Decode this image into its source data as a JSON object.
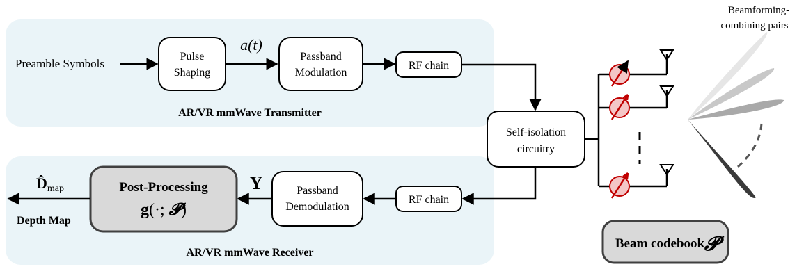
{
  "colors": {
    "panel": "#eaf4f8",
    "phase_shifter_fill": "#f4c6c6",
    "phase_shifter_stroke": "#c00000",
    "postproc_fill": "#d9d9d9",
    "beam_colors": [
      "#e6e6e6",
      "#c8c8c8",
      "#a9a9a9",
      "#3a3a3a"
    ]
  },
  "transmitter": {
    "title": "AR/VR mmWave Transmitter",
    "input_label": "Preamble Symbols",
    "pulse_shaping": [
      "Pulse",
      "Shaping"
    ],
    "signal_label": "a(t)",
    "modulation": [
      "Passband",
      "Modulation"
    ],
    "rf_chain": "RF chain"
  },
  "receiver": {
    "title": "AR/VR mmWave Receiver",
    "rf_chain": "RF chain",
    "demodulation": [
      "Passband",
      "Demodulation"
    ],
    "signal_label": "Y",
    "post_processing": {
      "title": "Post-Processing",
      "func_g": "g",
      "func_args_pre": "(·; ",
      "func_args_sym": "𝓟",
      "func_args_post": ")"
    },
    "output_symbol": "D̂",
    "output_subscript": "map",
    "output_label": "Depth Map"
  },
  "self_isolation": [
    "Self-isolation",
    "circuitry"
  ],
  "beam_codebook": {
    "label": "Beam codebook",
    "symbol": "𝓟"
  },
  "beam_pairs_label": [
    "Beamforming-",
    "combining pairs"
  ],
  "icons": [
    "phase-shifter-icon",
    "antenna-icon"
  ]
}
